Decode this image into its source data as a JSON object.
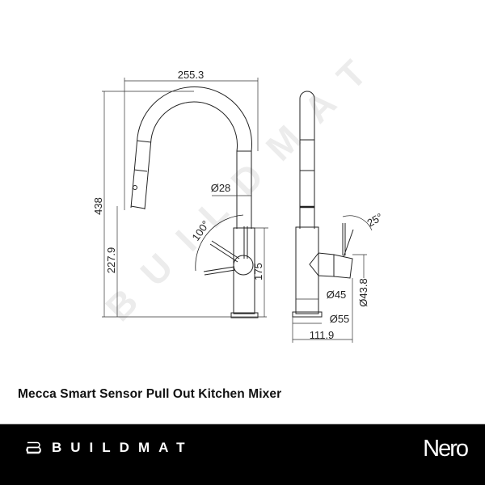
{
  "product": {
    "title": "Mecca Smart Sensor Pull Out Kitchen Mixer"
  },
  "watermark": {
    "text": "BUILDMAT"
  },
  "dimensions": {
    "overall_width": "255.3",
    "overall_height": "438",
    "spout_diameter": "Ø28",
    "lever_swing": "100°",
    "outlet_height": "227.9",
    "body_height": "175",
    "side_lever_angle": "25°",
    "body_diameter": "Ø45",
    "handle_diameter": "Ø43.8",
    "base_diameter": "Ø55",
    "side_depth": "111.9"
  },
  "footer": {
    "brand_logo_icon": "buildmat-logo-icon",
    "brand_name": "BUILDMAT",
    "manufacturer": "Nero",
    "background": "#000000",
    "text_color": "#ffffff"
  }
}
